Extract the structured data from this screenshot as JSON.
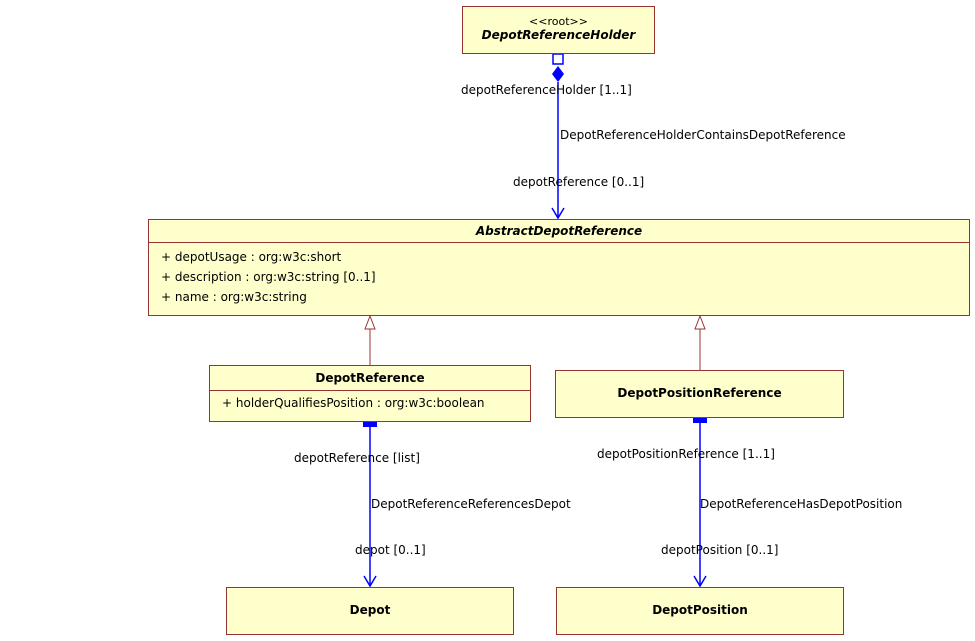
{
  "classes": {
    "holder": {
      "stereotype": "<<root>>",
      "name": "DepotReferenceHolder"
    },
    "abstract": {
      "name": "AbstractDepotReference",
      "attributes": [
        "+ depotUsage : org:w3c:short",
        "+ description : org:w3c:string [0..1]",
        "+ name : org:w3c:string"
      ]
    },
    "depot_reference": {
      "name": "DepotReference",
      "attributes": [
        "+ holderQualifiesPosition : org:w3c:boolean"
      ]
    },
    "depot_position_reference": {
      "name": "DepotPositionReference"
    },
    "depot": {
      "name": "Depot"
    },
    "depot_position": {
      "name": "DepotPosition"
    }
  },
  "associations": {
    "holder_contains": {
      "name": "DepotReferenceHolderContainsDepotReference",
      "source_role": "depotReferenceHolder [1..1]",
      "target_role": "depotReference [0..1]"
    },
    "references_depot": {
      "name": "DepotReferenceReferencesDepot",
      "source_role": "depotReference [list]",
      "target_role": "depot [0..1]"
    },
    "has_position": {
      "name": "DepotReferenceHasDepotPosition",
      "source_role": "depotPositionReference [1..1]",
      "target_role": "depotPosition [0..1]"
    }
  },
  "colors": {
    "class_fill": "#ffffcc",
    "class_border": "#993333",
    "association": "#0000ff",
    "generalization": "#993333"
  }
}
